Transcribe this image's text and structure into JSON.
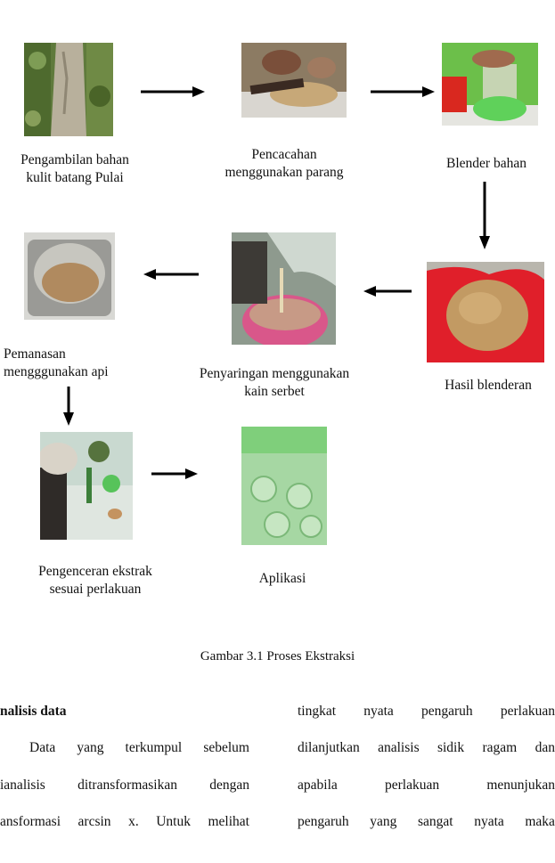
{
  "figure": {
    "steps": [
      {
        "id": "s1",
        "label": "Pengambilan bahan\nkulit batang Pulai",
        "photo": "tree-bark-photo"
      },
      {
        "id": "s2",
        "label": "Pencacahan\nmenggunakan parang",
        "photo": "chopping-photo"
      },
      {
        "id": "s3",
        "label": "Blender bahan",
        "photo": "blender-photo"
      },
      {
        "id": "s4",
        "label": "Hasil blenderan",
        "photo": "blended-powder-photo"
      },
      {
        "id": "s5",
        "label": "Penyaringan menggunakan\nkain serbet",
        "photo": "filtering-photo"
      },
      {
        "id": "s6",
        "label": "Pemanasan\nmengggunakan api",
        "photo": "heating-pot-photo"
      },
      {
        "id": "s7",
        "label": "Pengenceran ekstrak\nsesuai perlakuan",
        "photo": "dilution-photo"
      },
      {
        "id": "s8",
        "label": "Aplikasi",
        "photo": "application-photo"
      }
    ],
    "caption": "Gambar 3.1 Proses Ekstraksi"
  },
  "body_text": {
    "left_heading": "nalisis data",
    "left_lines": [
      [
        "Data",
        "yang",
        "terkumpul",
        "sebelum"
      ],
      [
        "ianalisis",
        "ditransformasikan",
        "dengan"
      ],
      [
        "ansformasi",
        "arcsin",
        "x.",
        "Untuk",
        "melihat"
      ]
    ],
    "right_lines": [
      [
        "tingkat",
        "nyata",
        "pengaruh",
        "perlakuan"
      ],
      [
        "dilanjutkan",
        "analisis",
        "sidik",
        "ragam",
        "dan"
      ],
      [
        "apabila",
        "perlakuan",
        "menunjukan"
      ],
      [
        "pengaruh",
        "yang",
        "sangat",
        "nyata",
        "maka"
      ]
    ]
  }
}
